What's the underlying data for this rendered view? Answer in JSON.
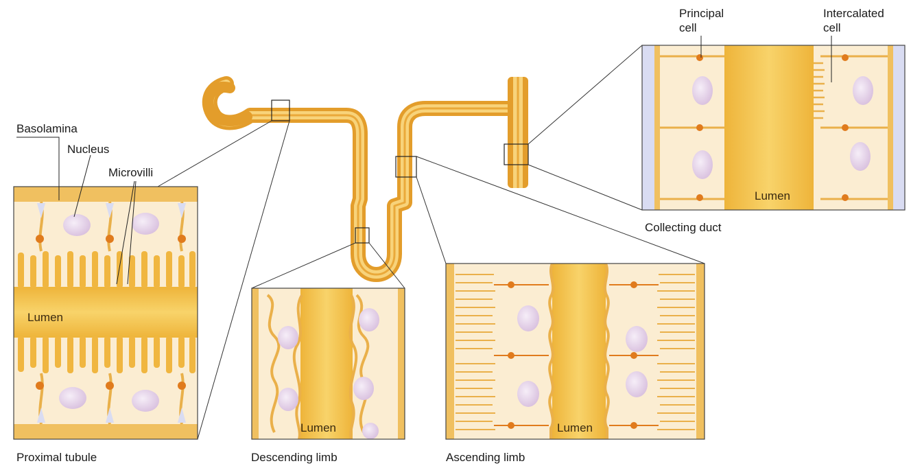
{
  "labels": {
    "basolamina": "Basolamina",
    "nucleus": "Nucleus",
    "microvilli": "Microvilli",
    "principal_line1": "Principal",
    "principal_line2": "cell",
    "intercalated_line1": "Intercalated",
    "intercalated_line2": "cell",
    "lumen": "Lumen"
  },
  "panels": {
    "proximal": "Proximal tubule",
    "descending": "Descending limb",
    "ascending": "Ascending limb",
    "collecting": "Collecting duct"
  },
  "colors": {
    "tube_outer": "#e7a93a",
    "tube_inner": "#f6d27a",
    "lumen": "#f2c14a",
    "cell_fill": "#fbedd2",
    "nucleus": "#e3cde6",
    "junction": "#e07b1d",
    "basal_space": "#d9dcf2"
  }
}
